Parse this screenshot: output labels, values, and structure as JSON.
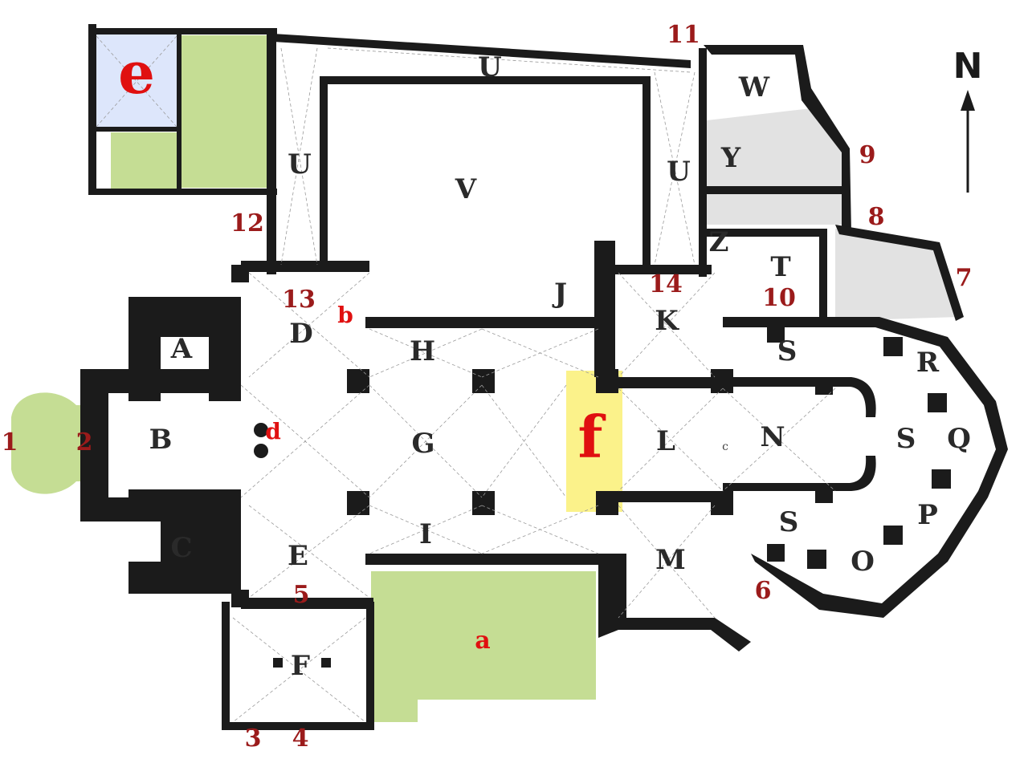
{
  "north_label": "N",
  "room_labels": [
    {
      "id": "A",
      "text": "A"
    },
    {
      "id": "B",
      "text": "B"
    },
    {
      "id": "C",
      "text": "C"
    },
    {
      "id": "D",
      "text": "D"
    },
    {
      "id": "E",
      "text": "E"
    },
    {
      "id": "F",
      "text": "F"
    },
    {
      "id": "G",
      "text": "G"
    },
    {
      "id": "H",
      "text": "H"
    },
    {
      "id": "I",
      "text": "I"
    },
    {
      "id": "J",
      "text": "J"
    },
    {
      "id": "K",
      "text": "K"
    },
    {
      "id": "L",
      "text": "L"
    },
    {
      "id": "M",
      "text": "M"
    },
    {
      "id": "N",
      "text": "N"
    },
    {
      "id": "O",
      "text": "O"
    },
    {
      "id": "P",
      "text": "P"
    },
    {
      "id": "Q",
      "text": "Q"
    },
    {
      "id": "R",
      "text": "R"
    },
    {
      "id": "S1",
      "text": "S"
    },
    {
      "id": "S2",
      "text": "S"
    },
    {
      "id": "S3",
      "text": "S"
    },
    {
      "id": "T",
      "text": "T"
    },
    {
      "id": "U1",
      "text": "U"
    },
    {
      "id": "U2",
      "text": "U"
    },
    {
      "id": "U3",
      "text": "U"
    },
    {
      "id": "V",
      "text": "V"
    },
    {
      "id": "W",
      "text": "W"
    },
    {
      "id": "Y",
      "text": "Y"
    },
    {
      "id": "Z",
      "text": "Z"
    }
  ],
  "number_labels": [
    "1",
    "2",
    "3",
    "4",
    "5",
    "6",
    "7",
    "8",
    "9",
    "10",
    "11",
    "12",
    "13",
    "14"
  ],
  "red_labels": {
    "a": "a",
    "b": "b",
    "d": "d",
    "e": "e",
    "f": "f"
  },
  "crossing_mark": "c",
  "colors": {
    "wall": "#1b1b1b",
    "green_zone": "#c5dd94",
    "blue_zone": "#dde6fb",
    "yellow_zone": "#fbf28a",
    "grey_zone": "#e2e2e2",
    "room_letter": "#2a2a2a",
    "number_label": "#9b1b1b",
    "red_letter": "#e01010"
  }
}
